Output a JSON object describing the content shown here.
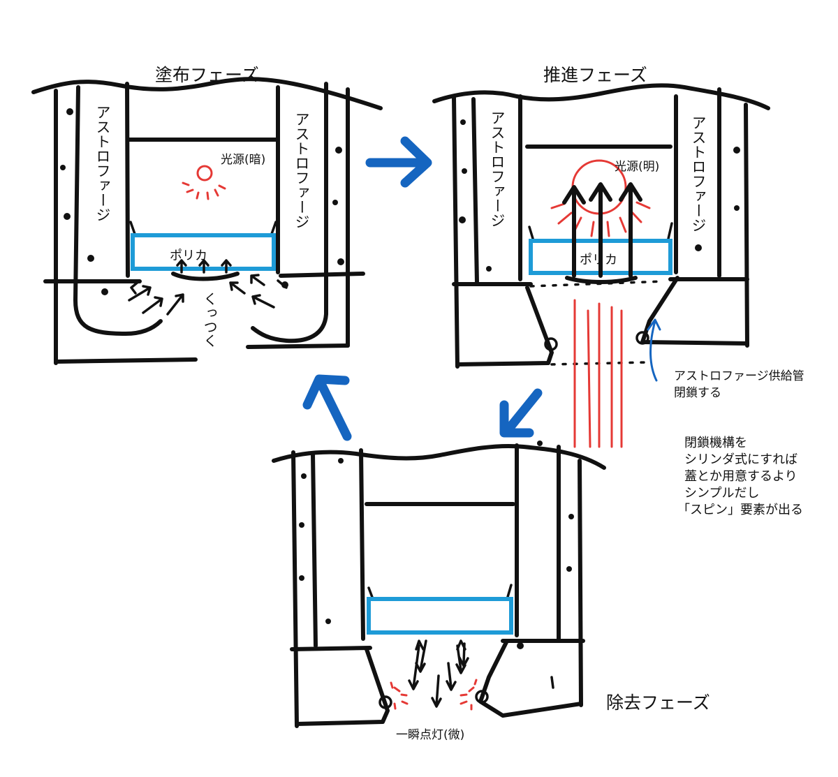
{
  "phases": {
    "coating": {
      "title": "塗布フェーズ",
      "light_label": "光源(暗)",
      "panel_label": "ポリカ",
      "stick_label": "くっつく"
    },
    "propulsion": {
      "title": "推進フェーズ",
      "light_label": "光源(明)",
      "panel_label": "ポリカ",
      "supply_note_line1": "アストロファージ供給管",
      "supply_note_line2": "閉鎖する"
    },
    "removal": {
      "title": "除去フェーズ",
      "flash_label": "一瞬点灯(微)"
    }
  },
  "wall_label": "アストロファージ",
  "note_lines": [
    "閉鎖機構を",
    "シリンダ式にすれば",
    "蓋とか用意するより",
    "シンプルだし",
    "「スピン」要素が出る"
  ],
  "colors": {
    "ink": "#111111",
    "panel": "#1e9bd7",
    "light": "#e53935",
    "flow_arrow": "#1565c0"
  }
}
